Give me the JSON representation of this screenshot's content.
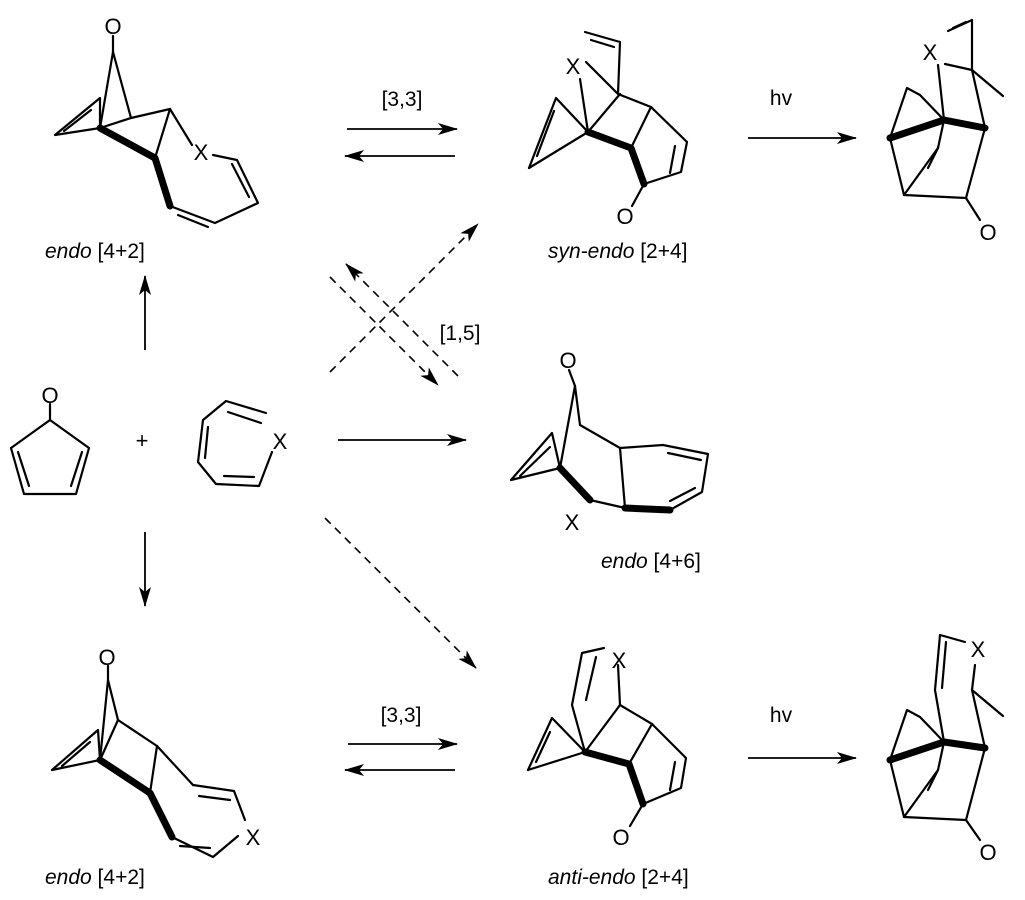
{
  "atoms": {
    "oxygen": "O",
    "hetero": "X",
    "plus": "+"
  },
  "reaction_labels": {
    "sigmatropic_33": "[3,3]",
    "shift_15": "[1,5]",
    "photo": "hv"
  },
  "captions": {
    "endo_42_top": {
      "italic": "endo",
      "suffix": " [4+2]"
    },
    "syn_endo_24": {
      "italic": "syn-endo",
      "suffix": " [2+4]"
    },
    "endo_46": {
      "italic": "endo",
      "suffix": " [4+6]"
    },
    "endo_42_bottom": {
      "italic": "endo",
      "suffix": " [4+2]"
    },
    "anti_endo_24": {
      "italic": "anti-endo",
      "suffix": " [2+4]"
    }
  }
}
